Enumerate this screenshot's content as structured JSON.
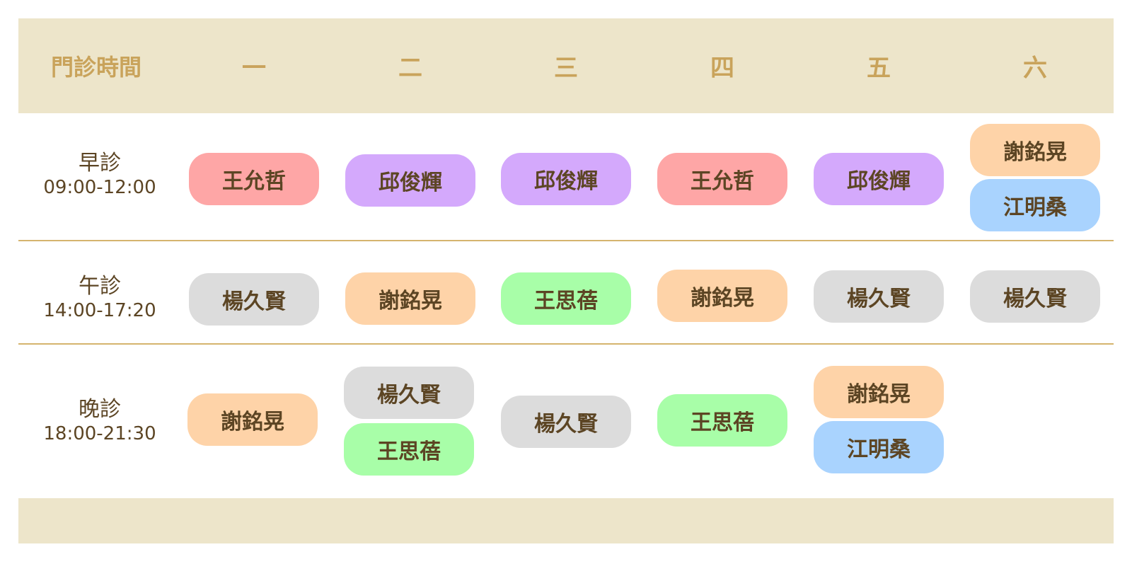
{
  "colors": {
    "header_band": "#ede5ca",
    "header_text": "#c9a35b",
    "divider": "#d5b46e",
    "text": "#5c4524",
    "doctor_colors": {
      "王允哲": "#fea6a6",
      "邱俊輝": "#d4a9fc",
      "謝銘晃": "#fed3a8",
      "江明桑": "#a9d3fe",
      "楊久賢": "#dcdcdc",
      "王思蓓": "#a8fea8"
    }
  },
  "header": {
    "corner": "門診時間",
    "days": [
      "一",
      "二",
      "三",
      "四",
      "五",
      "六"
    ]
  },
  "sessions": [
    {
      "name": "早診",
      "time": "09:00-12:00",
      "days": [
        [
          "王允哲"
        ],
        [
          "邱俊輝"
        ],
        [
          "邱俊輝"
        ],
        [
          "王允哲"
        ],
        [
          "邱俊輝"
        ],
        [
          "謝銘晃",
          "江明桑"
        ]
      ]
    },
    {
      "name": "午診",
      "time": "14:00-17:20",
      "days": [
        [
          "楊久賢"
        ],
        [
          "謝銘晃"
        ],
        [
          "王思蓓"
        ],
        [
          "謝銘晃"
        ],
        [
          "楊久賢"
        ],
        [
          "楊久賢"
        ]
      ]
    },
    {
      "name": "晚診",
      "time": "18:00-21:30",
      "days": [
        [
          "謝銘晃"
        ],
        [
          "楊久賢",
          "王思蓓"
        ],
        [
          "楊久賢"
        ],
        [
          "王思蓓"
        ],
        [
          "謝銘晃",
          "江明桑"
        ],
        []
      ]
    }
  ]
}
